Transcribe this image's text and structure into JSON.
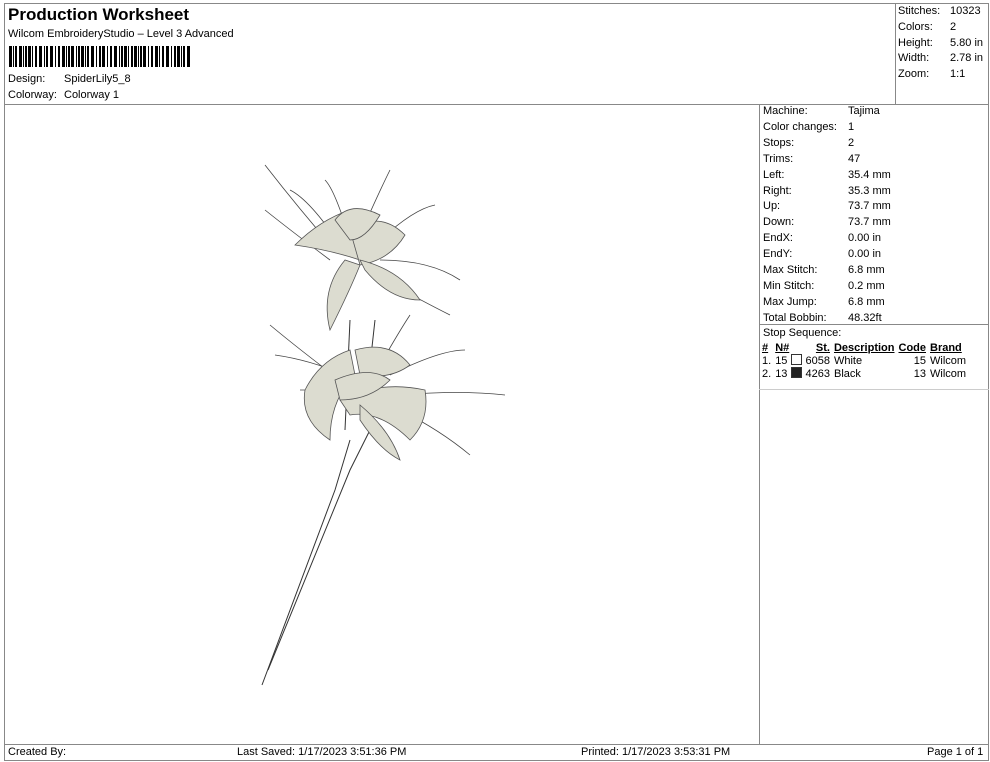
{
  "header": {
    "title": "Production Worksheet",
    "subtitle": "Wilcom EmbroideryStudio – Level 3 Advanced",
    "design_label": "Design:",
    "design_value": "SpiderLily5_8",
    "colorway_label": "Colorway:",
    "colorway_value": "Colorway 1"
  },
  "stats": [
    {
      "k": "Stitches:",
      "v": "10323"
    },
    {
      "k": "Colors:",
      "v": "2"
    },
    {
      "k": "Height:",
      "v": "5.80 in"
    },
    {
      "k": "Width:",
      "v": "2.78 in"
    },
    {
      "k": "Zoom:",
      "v": "1:1"
    }
  ],
  "info": [
    {
      "k": "Machine:",
      "v": "Tajima"
    },
    {
      "k": "Color changes:",
      "v": "1"
    },
    {
      "k": "Stops:",
      "v": "2"
    },
    {
      "k": "Trims:",
      "v": "47"
    },
    {
      "k": "Left:",
      "v": "35.4 mm"
    },
    {
      "k": "Right:",
      "v": "35.3 mm"
    },
    {
      "k": "Up:",
      "v": "73.7 mm"
    },
    {
      "k": "Down:",
      "v": "73.7 mm"
    },
    {
      "k": "EndX:",
      "v": "0.00 in"
    },
    {
      "k": "EndY:",
      "v": "0.00 in"
    },
    {
      "k": "Max Stitch:",
      "v": "6.8 mm"
    },
    {
      "k": "Min Stitch:",
      "v": "0.2 mm"
    },
    {
      "k": "Max Jump:",
      "v": "6.8 mm"
    },
    {
      "k": "Total Bobbin:",
      "v": "48.32ft"
    }
  ],
  "stop_sequence": {
    "label": "Stop Sequence:",
    "headers": [
      "#",
      "N#",
      "St.",
      "Description",
      "Code",
      "Brand"
    ],
    "rows": [
      {
        "n": "1.",
        "nn": "15",
        "color": "#ffffff",
        "st": "6058",
        "desc": "White",
        "code": "15",
        "brand": "Wilcom"
      },
      {
        "n": "2.",
        "nn": "13",
        "color": "#222222",
        "st": "4263",
        "desc": "Black",
        "code": "13",
        "brand": "Wilcom"
      }
    ]
  },
  "footer": {
    "created": "Created By:",
    "saved": "Last Saved: 1/17/2023 3:51:36 PM",
    "printed": "Printed: 1/17/2023 3:53:31 PM",
    "page": "Page 1 of 1"
  }
}
